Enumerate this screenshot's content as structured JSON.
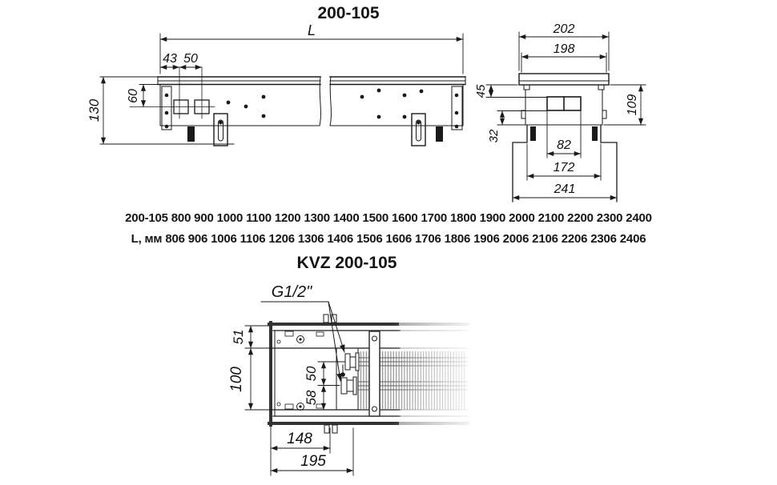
{
  "titles": {
    "model": "200-105",
    "product": "KVZ 200-105"
  },
  "size_table": {
    "row1": {
      "label": "200-105",
      "values": [
        "800",
        "900",
        "1000",
        "1100",
        "1200",
        "1300",
        "1400",
        "1500",
        "1600",
        "1700",
        "1800",
        "1900",
        "2000",
        "2100",
        "2200",
        "2300",
        "2400"
      ]
    },
    "row2": {
      "label": "L, мм",
      "values": [
        "806",
        "906",
        "1006",
        "1106",
        "1206",
        "1306",
        "1406",
        "1506",
        "1606",
        "1706",
        "1806",
        "1906",
        "2006",
        "2106",
        "2206",
        "2306",
        "2406"
      ]
    }
  },
  "side_view": {
    "L": "L",
    "d43": "43",
    "d50": "50",
    "d60": "60",
    "d130": "130"
  },
  "section_view": {
    "d202": "202",
    "d198": "198",
    "d45": "45",
    "d32": "32",
    "d109": "109",
    "d82": "82",
    "d172": "172",
    "d241": "241"
  },
  "top_view": {
    "thread": "G1/2\"",
    "d51": "51",
    "d100": "100",
    "d50": "50",
    "d58": "58",
    "d148": "148",
    "d195": "195"
  },
  "colors": {
    "line": "#1a1a1a",
    "faded": "#a8a8a8"
  }
}
